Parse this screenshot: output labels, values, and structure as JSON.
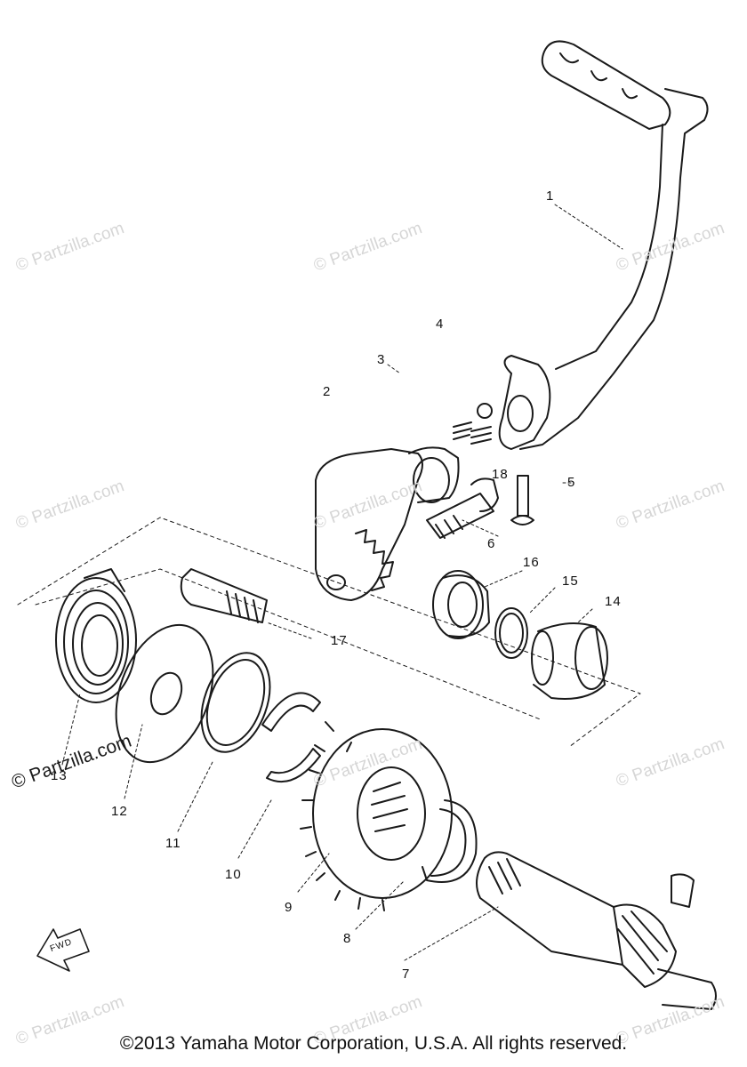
{
  "diagram": {
    "callouts": {
      "c1": "1",
      "c2": "2",
      "c3": "3",
      "c4": "4",
      "c5": "5",
      "c6": "6",
      "c7": "7",
      "c8": "8",
      "c9": "9",
      "c10": "10",
      "c11": "11",
      "c12": "12",
      "c13": "13",
      "c14": "14",
      "c15": "15",
      "c16": "16",
      "c17": "17",
      "c18": "18"
    },
    "fwd_label": "FWD",
    "watermark": "© Partzilla.com",
    "copyright": "©2013 Yamaha Motor Corporation, U.S.A. All rights reserved."
  }
}
